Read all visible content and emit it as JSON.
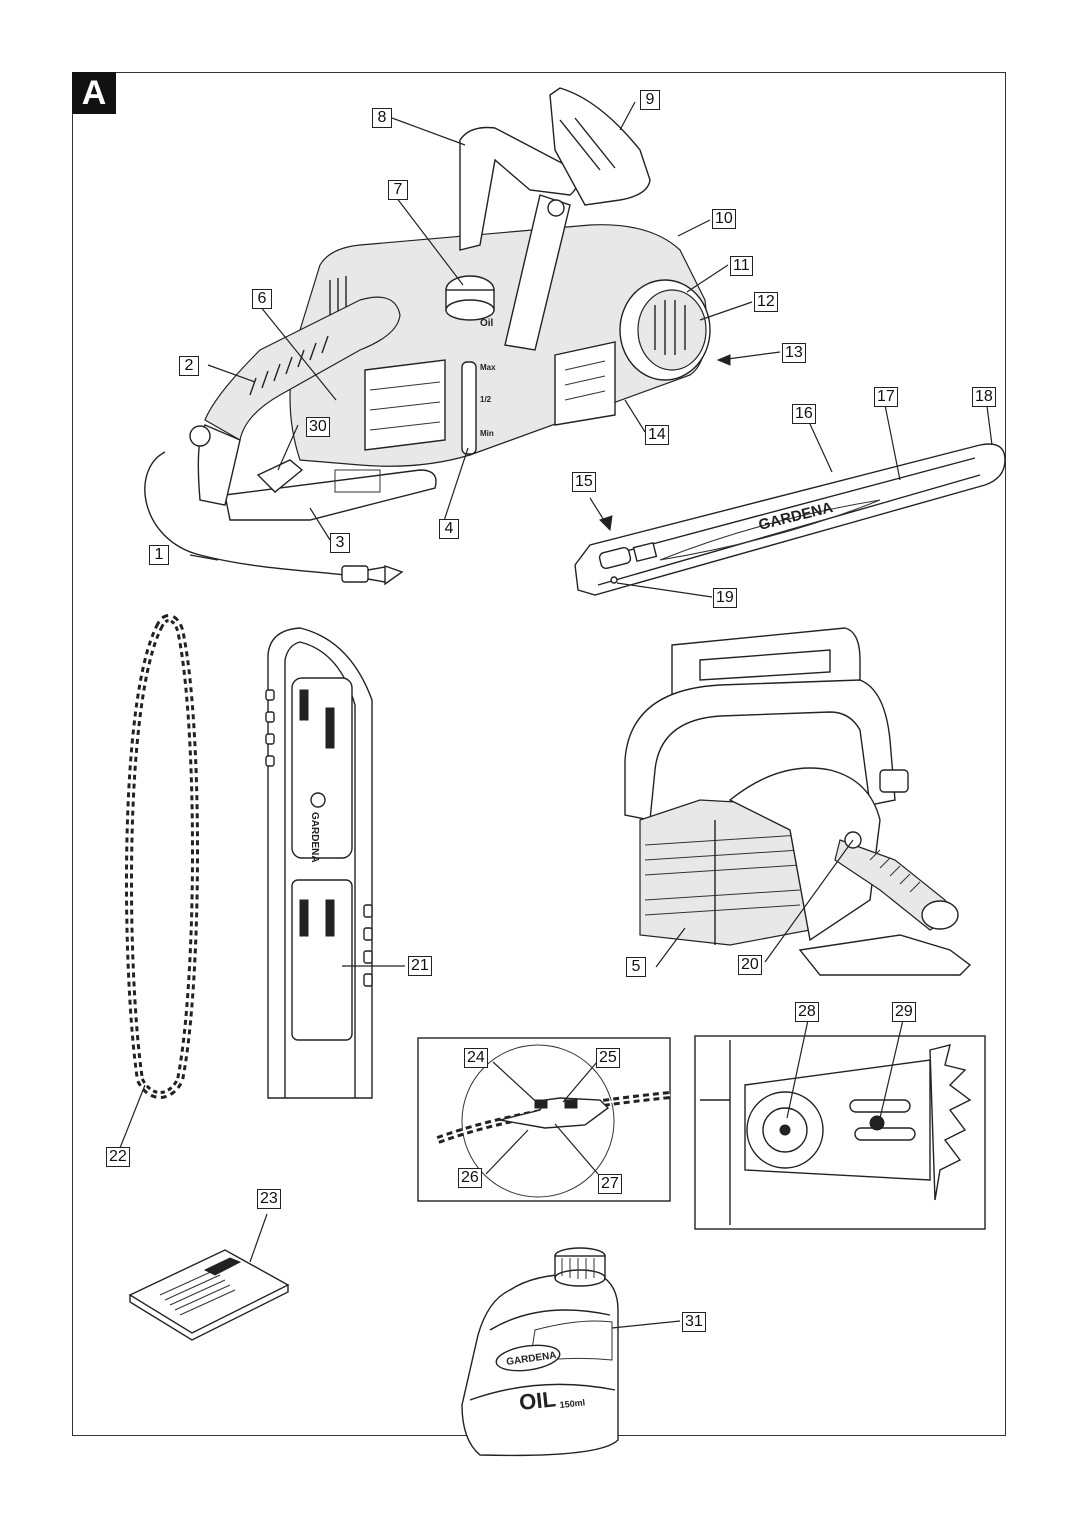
{
  "section_label": "A",
  "callouts": [
    "1",
    "2",
    "3",
    "4",
    "5",
    "6",
    "7",
    "8",
    "9",
    "10",
    "11",
    "12",
    "13",
    "14",
    "15",
    "16",
    "17",
    "18",
    "19",
    "20",
    "21",
    "22",
    "23",
    "24",
    "25",
    "26",
    "27",
    "28",
    "29",
    "30",
    "31"
  ],
  "brand": "GARDENA",
  "labels": {
    "oil_cap": "Oil",
    "gauge_max": "Max",
    "gauge_half": "1/2",
    "gauge_min": "Min",
    "oil_bottle": "OIL",
    "oil_volume": "150ml"
  }
}
